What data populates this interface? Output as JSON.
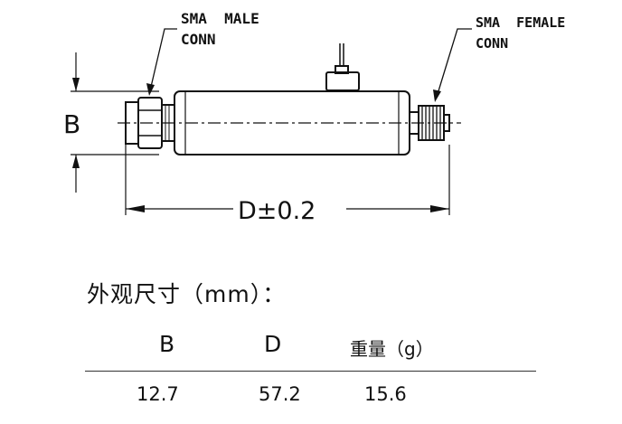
{
  "labels": {
    "male_connector": [
      "SMA  MALE",
      "CONN"
    ],
    "female_connector": [
      "SMA  FEMALE",
      "CONN"
    ],
    "dim_b": "B",
    "dim_d": "D±0.2"
  },
  "table": {
    "title": "外观尺寸（mm）：",
    "headers": [
      "B",
      "D",
      "重量（g）"
    ],
    "values": [
      "12.7",
      "57.2",
      "15.6"
    ]
  }
}
